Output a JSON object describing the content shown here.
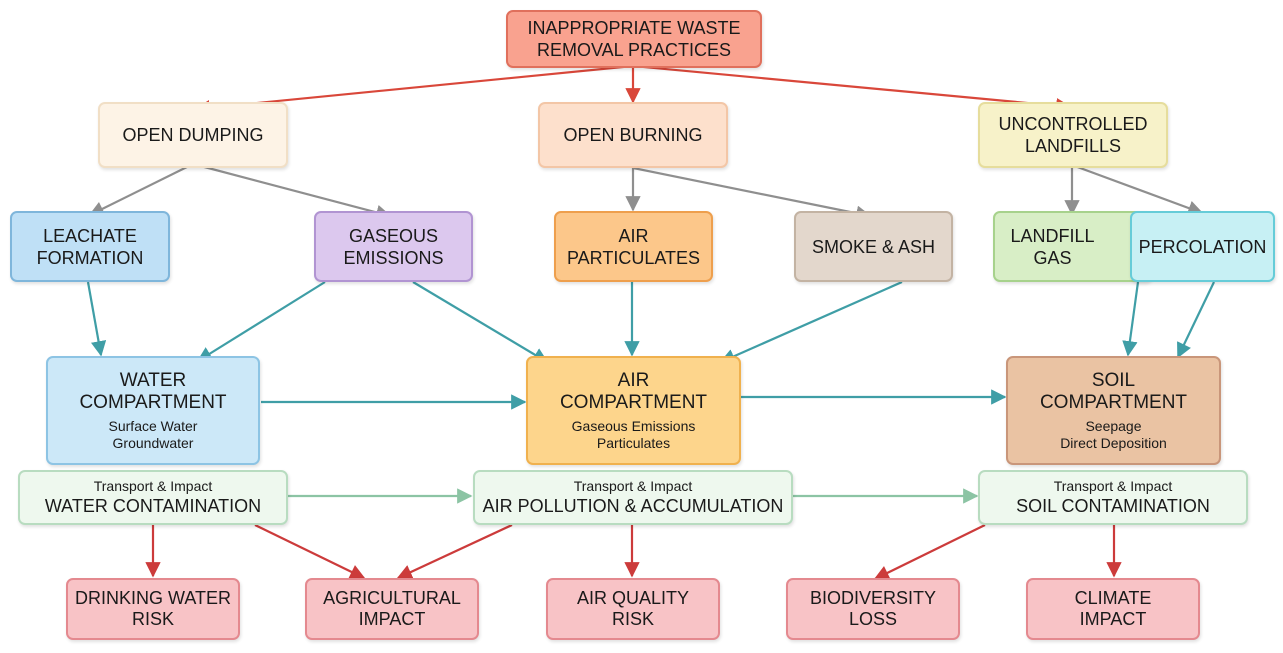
{
  "root": {
    "label": "INAPPROPRIATE WASTE\nREMOVAL PRACTICES"
  },
  "sources": {
    "open_dumping": "OPEN DUMPING",
    "open_burning": "OPEN BURNING",
    "uncontrolled_landfills": "UNCONTROLLED\nLANDFILLS"
  },
  "pathways": {
    "leachate": "LEACHATE\nFORMATION",
    "gaseous": "GASEOUS\nEMISSIONS",
    "air_particulates": "AIR\nPARTICULATES",
    "smoke_ash": "SMOKE & ASH",
    "landfill_gas": "LANDFILL\nGAS",
    "percolation": "PERCOLATION"
  },
  "compartments": {
    "water": {
      "title": "WATER\nCOMPARTMENT",
      "sub": "Surface Water\nGroundwater"
    },
    "air": {
      "title": "AIR\nCOMPARTMENT",
      "sub": "Gaseous Emissions\nParticulates"
    },
    "soil": {
      "title": "SOIL\nCOMPARTMENT",
      "sub": "Seepage\nDirect Deposition"
    }
  },
  "transport": {
    "kicker": "Transport & Impact",
    "water": "WATER CONTAMINATION",
    "air": "AIR POLLUTION & ACCUMULATION",
    "soil": "SOIL CONTAMINATION"
  },
  "impacts": {
    "drinking_water": "DRINKING WATER\nRISK",
    "agricultural": "AGRICULTURAL\nIMPACT",
    "air_quality": "AIR QUALITY\nRISK",
    "biodiversity": "BIODIVERSITY\nLOSS",
    "climate": "CLIMATE\nIMPACT"
  },
  "colors": {
    "root_arrow": "#d9473a",
    "source_arrow": "#8f8f8f",
    "flow_arrow": "#3f9ea6",
    "transport_arrow": "#8cc4a4",
    "impact_arrow": "#cc3b3b"
  }
}
